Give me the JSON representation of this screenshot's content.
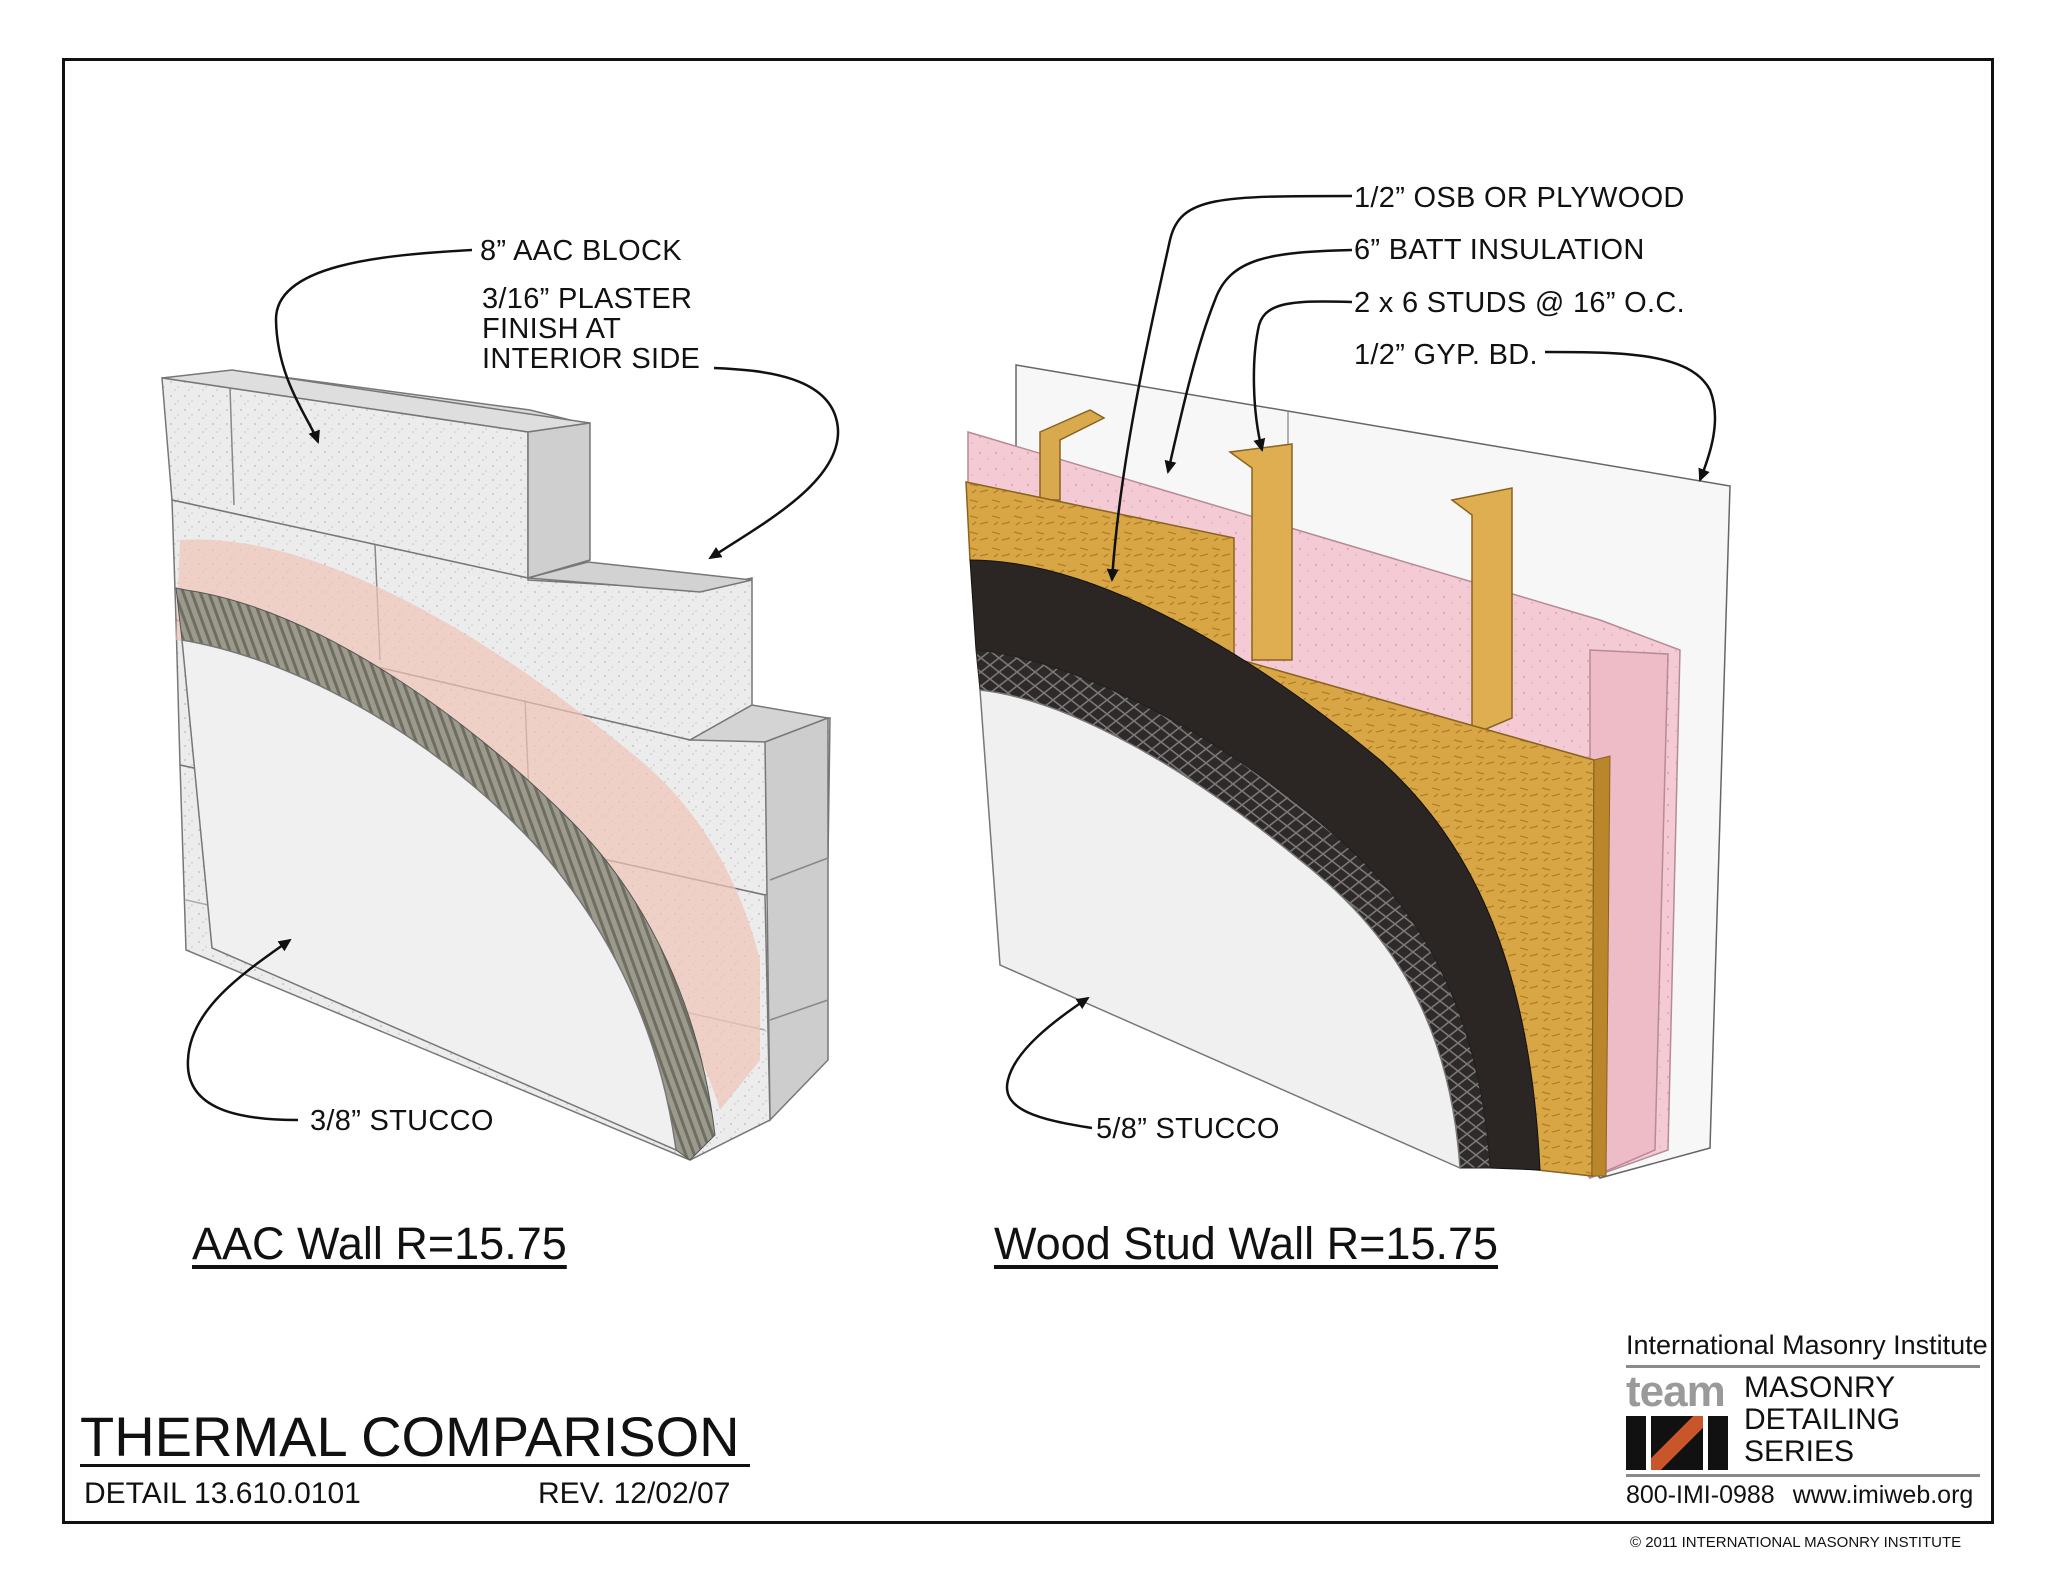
{
  "left_wall": {
    "labels": {
      "block": "8” AAC BLOCK",
      "plaster": [
        "3/16” PLASTER",
        "FINISH AT",
        "INTERIOR SIDE"
      ],
      "stucco": "3/8” STUCCO"
    },
    "caption": "AAC Wall R=15.75"
  },
  "right_wall": {
    "labels": {
      "osb": "1/2” OSB OR PLYWOOD",
      "batt": "6” BATT INSULATION",
      "studs": "2 x 6 STUDS @ 16” O.C.",
      "gyp": "1/2” GYP. BD.",
      "stucco": "5/8” STUCCO"
    },
    "caption": "Wood Stud Wall R=15.75"
  },
  "title_block": {
    "title": "THERMAL COMPARISON",
    "detail": "DETAIL 13.610.0101",
    "rev": "REV. 12/02/07"
  },
  "logo": {
    "org": "International Masonry Institute",
    "team": "team",
    "series": [
      "MASONRY",
      "DETAILING",
      "SERIES"
    ],
    "phone": "800-IMI-0988",
    "web": "www.imiweb.org"
  },
  "copyright": "© 2011 INTERNATIONAL MASONRY INSTITUTE",
  "colors": {
    "aac_block": "#e9e9e9",
    "plaster": "#efc9bd",
    "stucco": "#f1f1f1",
    "stud": "#d9a94e",
    "osb": "#d5a441",
    "felt": "#2b2624",
    "batt": "#f2c9d2",
    "gypsum": "#f7f7f7"
  }
}
